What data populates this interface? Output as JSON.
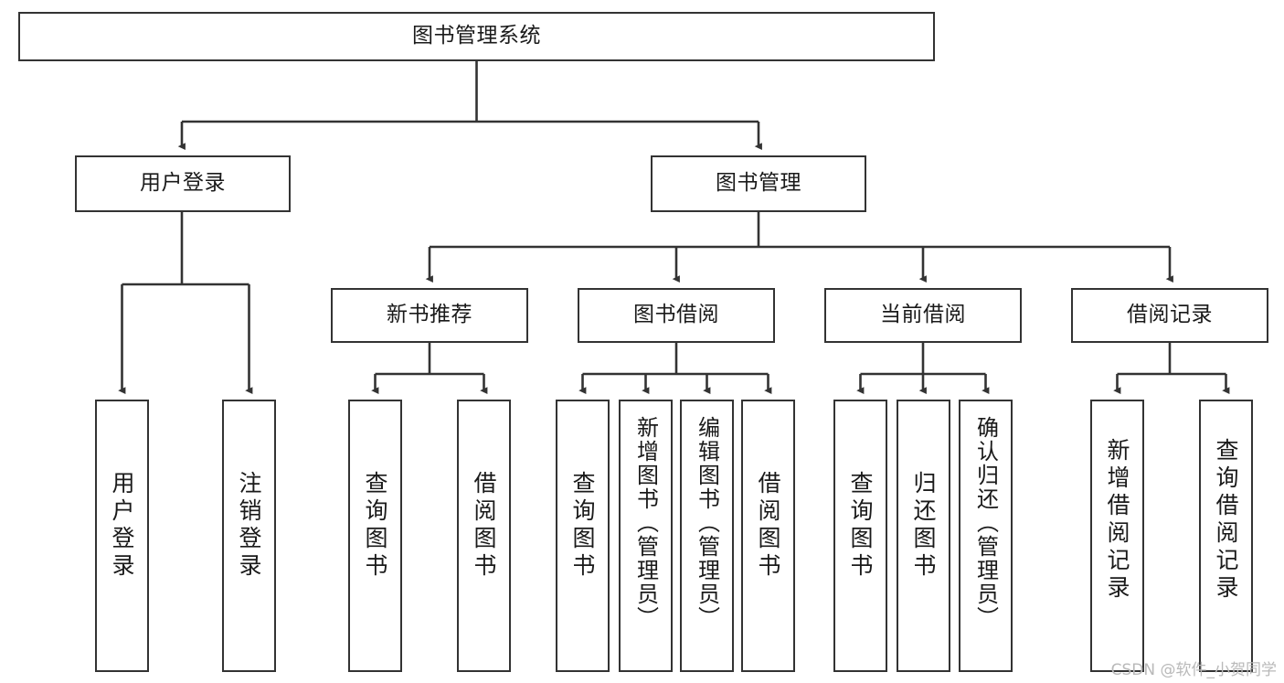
{
  "diagram": {
    "title": "图书管理系统",
    "type": "tree-hierarchy-chart",
    "colors": {
      "box_border": "#333333",
      "box_fill": "#ffffff",
      "connector": "#333333",
      "text": "#1a1a1a",
      "watermark": "#b9b9b9",
      "background": "#ffffff"
    },
    "root": {
      "id": "root",
      "label": "图书管理系统",
      "orientation": "horizontal"
    },
    "level2": [
      {
        "id": "n-user-login",
        "label": "用户登录",
        "orientation": "horizontal"
      },
      {
        "id": "n-book-manage",
        "label": "图书管理",
        "orientation": "horizontal"
      }
    ],
    "level3": [
      {
        "id": "n-new-book-rec",
        "label": "新书推荐",
        "orientation": "horizontal"
      },
      {
        "id": "n-book-borrow",
        "label": "图书借阅",
        "orientation": "horizontal"
      },
      {
        "id": "n-current-borrow",
        "label": "当前借阅",
        "orientation": "horizontal"
      },
      {
        "id": "n-borrow-record",
        "label": "借阅记录",
        "orientation": "horizontal"
      }
    ],
    "leaves": [
      {
        "id": "leaf-user-login",
        "label": "用户登录",
        "parent": "n-user-login",
        "orientation": "vertical"
      },
      {
        "id": "leaf-logout-login",
        "label": "注销登录",
        "parent": "n-user-login",
        "orientation": "vertical"
      },
      {
        "id": "leaf-query-book-1",
        "label": "查询图书",
        "parent": "n-new-book-rec",
        "orientation": "vertical"
      },
      {
        "id": "leaf-borrow-book-1",
        "label": "借阅图书",
        "parent": "n-new-book-rec",
        "orientation": "vertical"
      },
      {
        "id": "leaf-query-book-2",
        "label": "查询图书",
        "parent": "n-book-borrow",
        "orientation": "vertical"
      },
      {
        "id": "leaf-add-book-admin",
        "label": "新增图书（管理员）",
        "parent": "n-book-borrow",
        "orientation": "vertical"
      },
      {
        "id": "leaf-edit-book-admin",
        "label": "编辑图书（管理员）",
        "parent": "n-book-borrow",
        "orientation": "vertical"
      },
      {
        "id": "leaf-borrow-book-2",
        "label": "借阅图书",
        "parent": "n-book-borrow",
        "orientation": "vertical"
      },
      {
        "id": "leaf-query-book-3",
        "label": "查询图书",
        "parent": "n-current-borrow",
        "orientation": "vertical"
      },
      {
        "id": "leaf-return-book",
        "label": "归还图书",
        "parent": "n-current-borrow",
        "orientation": "vertical"
      },
      {
        "id": "leaf-confirm-return-admin",
        "label": "确认归还（管理员）",
        "parent": "n-current-borrow",
        "orientation": "vertical"
      },
      {
        "id": "leaf-add-borrow-record",
        "label": "新增借阅记录",
        "parent": "n-borrow-record",
        "orientation": "vertical"
      },
      {
        "id": "leaf-query-borrow-record",
        "label": "查询借阅记录",
        "parent": "n-borrow-record",
        "orientation": "vertical"
      }
    ]
  },
  "watermark": {
    "text": "CSDN @软件_小贺同学"
  }
}
